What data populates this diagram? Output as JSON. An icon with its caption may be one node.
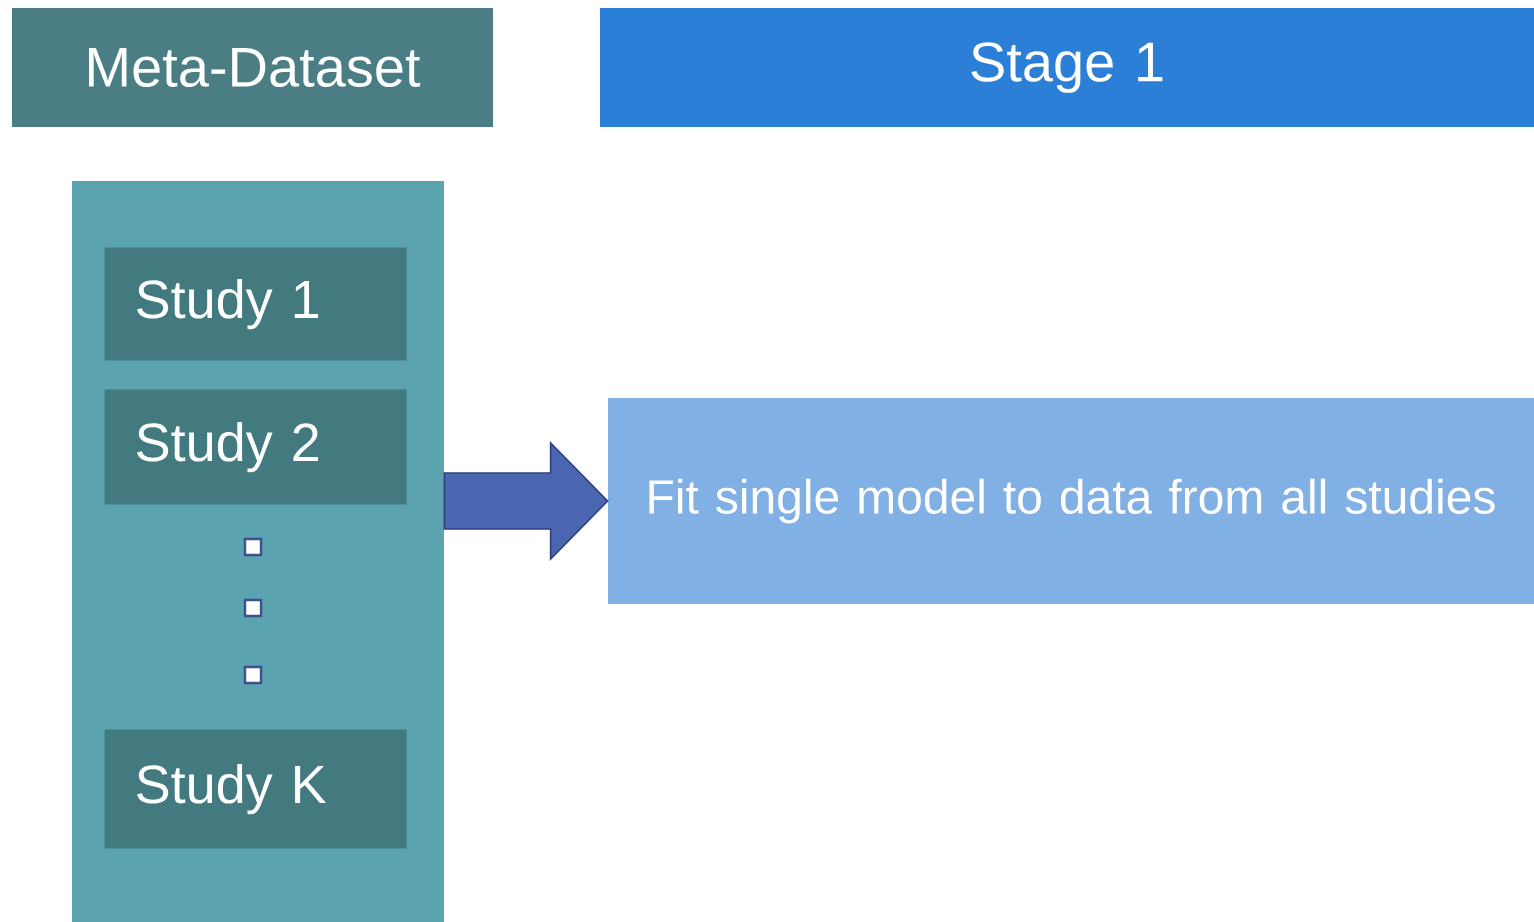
{
  "diagram": {
    "nodes": [
      {
        "text": [
          "Meta-Dataset"
        ]
      },
      {
        "text": [
          "Stage 1"
        ]
      },
      {
        "text": [],
        "shape": "box"
      },
      {
        "text": [
          "Study 1"
        ],
        "in": 2
      },
      {
        "text": [
          "Study 2"
        ],
        "in": 2
      },
      {
        "text": [
          "Study K"
        ],
        "in": 2
      },
      {
        "text": [
          "Fit single model to data from all studies"
        ]
      }
    ],
    "edges": [
      {
        "from": 2,
        "to": 6,
        "arrow": "to"
      }
    ]
  }
}
